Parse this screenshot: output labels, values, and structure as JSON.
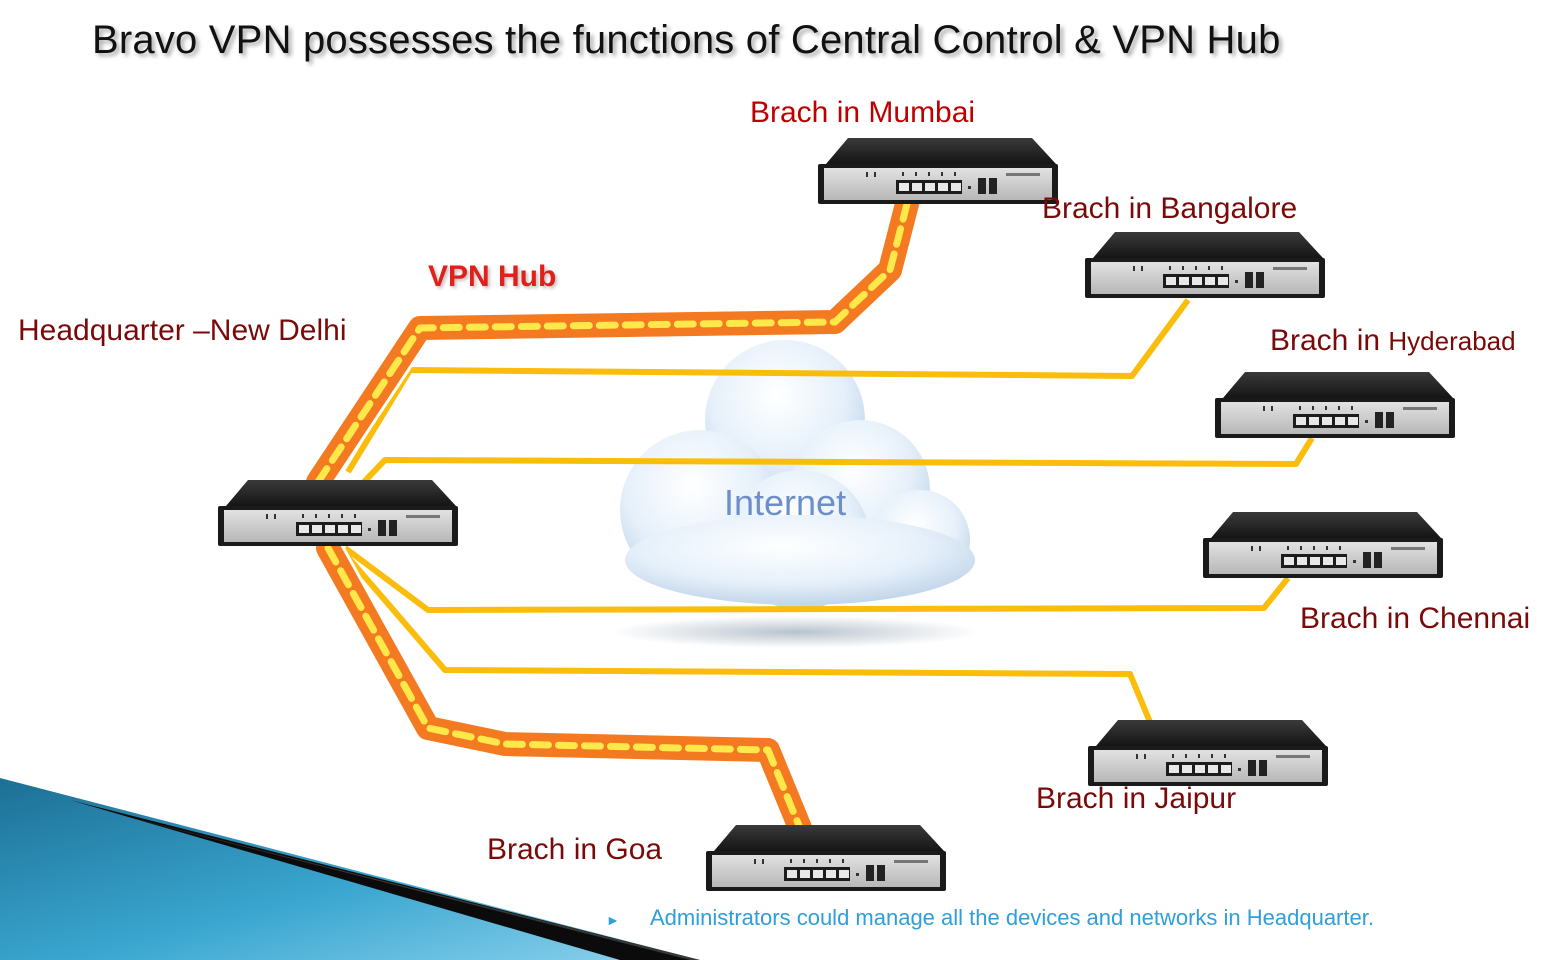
{
  "title": "Bravo VPN possesses the functions of Central Control & VPN Hub",
  "labels": {
    "headquarter": "Headquarter –New Delhi",
    "vpn_hub": "VPN Hub",
    "internet": "Internet",
    "mumbai": "Brach in Mumbai",
    "bangalore": "Brach in Bangalore",
    "hyderabad_prefix": "Brach in",
    "hyderabad_city": "Hyderabad",
    "chennai": "Brach in Chennai",
    "jaipur": "Brach in Jaipur",
    "goa": "Brach in Goa"
  },
  "bullet": {
    "text": "Administrators could manage all the devices and networks in Headquarter."
  },
  "colors": {
    "link": "#fbbd0b",
    "hub_tunnel": "#f47a22",
    "chevron": "#ffe84a",
    "router_body": "#2a2a2a",
    "panel": "#c9c9c9",
    "accent_blue": "#2e9fd8"
  }
}
